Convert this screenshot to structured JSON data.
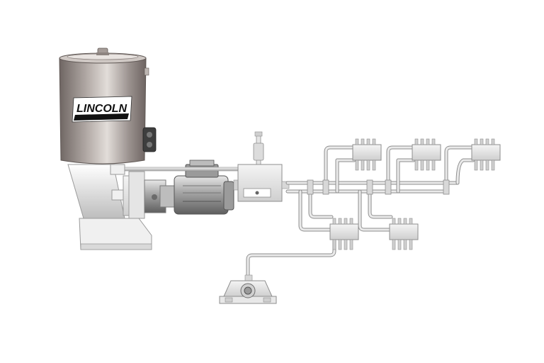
{
  "brand": {
    "logo_text": "LINCOLN"
  },
  "colors": {
    "pipe": "#c9c9c9",
    "pipe_edge": "#8e8e8e",
    "metal_dark": "#7d7673",
    "metal_light": "#d8d3d0",
    "body_grey": "#e6e6e6",
    "outline": "#9a9a9a"
  },
  "components": {
    "reservoir": "grease-reservoir",
    "pump": "pump-element",
    "motor": "gear-motor",
    "reversing_valve": "reversing-valve",
    "distributors": [
      "distributor-1",
      "distributor-2",
      "distributor-3",
      "distributor-4",
      "distributor-5"
    ],
    "bearing": "lubrication-point-bearing"
  }
}
